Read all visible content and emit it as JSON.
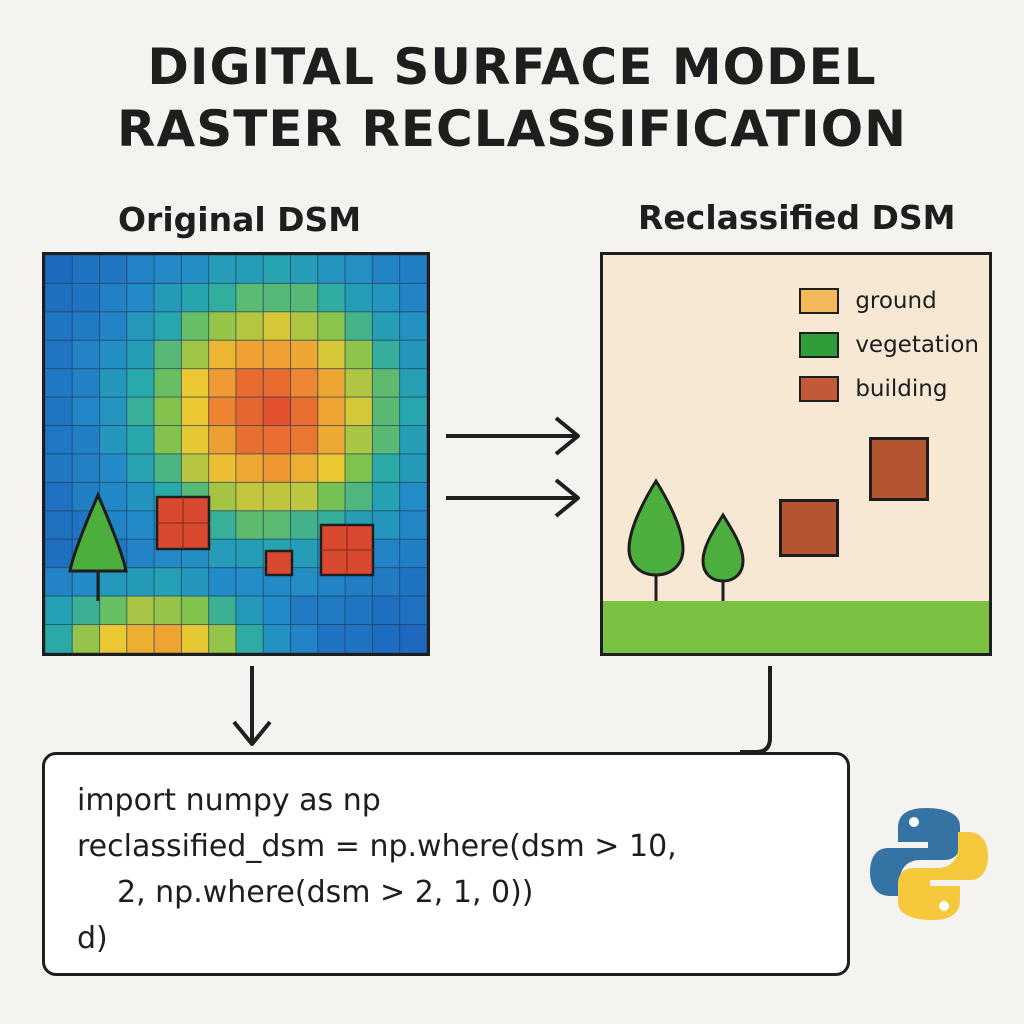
{
  "title": {
    "line1": "DIGITAL SURFACE MODEL",
    "line2": "RASTER RECLASSIFICATION"
  },
  "panels": {
    "original_label": "Original DSM",
    "reclassified_label": "Reclassified DSM"
  },
  "legend": {
    "items": [
      {
        "label": "ground",
        "color": "#f3b85a"
      },
      {
        "label": "vegetation",
        "color": "#2f9e3a"
      },
      {
        "label": "building",
        "color": "#c2593a"
      }
    ]
  },
  "code": {
    "lines": [
      "import numpy as np",
      "reclassified_dsm = np.where(dsm > 10,",
      "2, np.where(dsm > 2, 1, 0))",
      "d)"
    ]
  },
  "colors": {
    "background": "#f4f3ef",
    "reclass_background": "#f6e8d2",
    "ground_strip": "#7cc242",
    "tree_green": "#4cae3c",
    "building_brown": "#b3552f",
    "grid_building_red": "#d9492f",
    "python_blue": "#3673a5",
    "python_yellow": "#f6c83c"
  },
  "icons": {
    "logo": "python-logo-icon",
    "tree": "tree-icon"
  }
}
